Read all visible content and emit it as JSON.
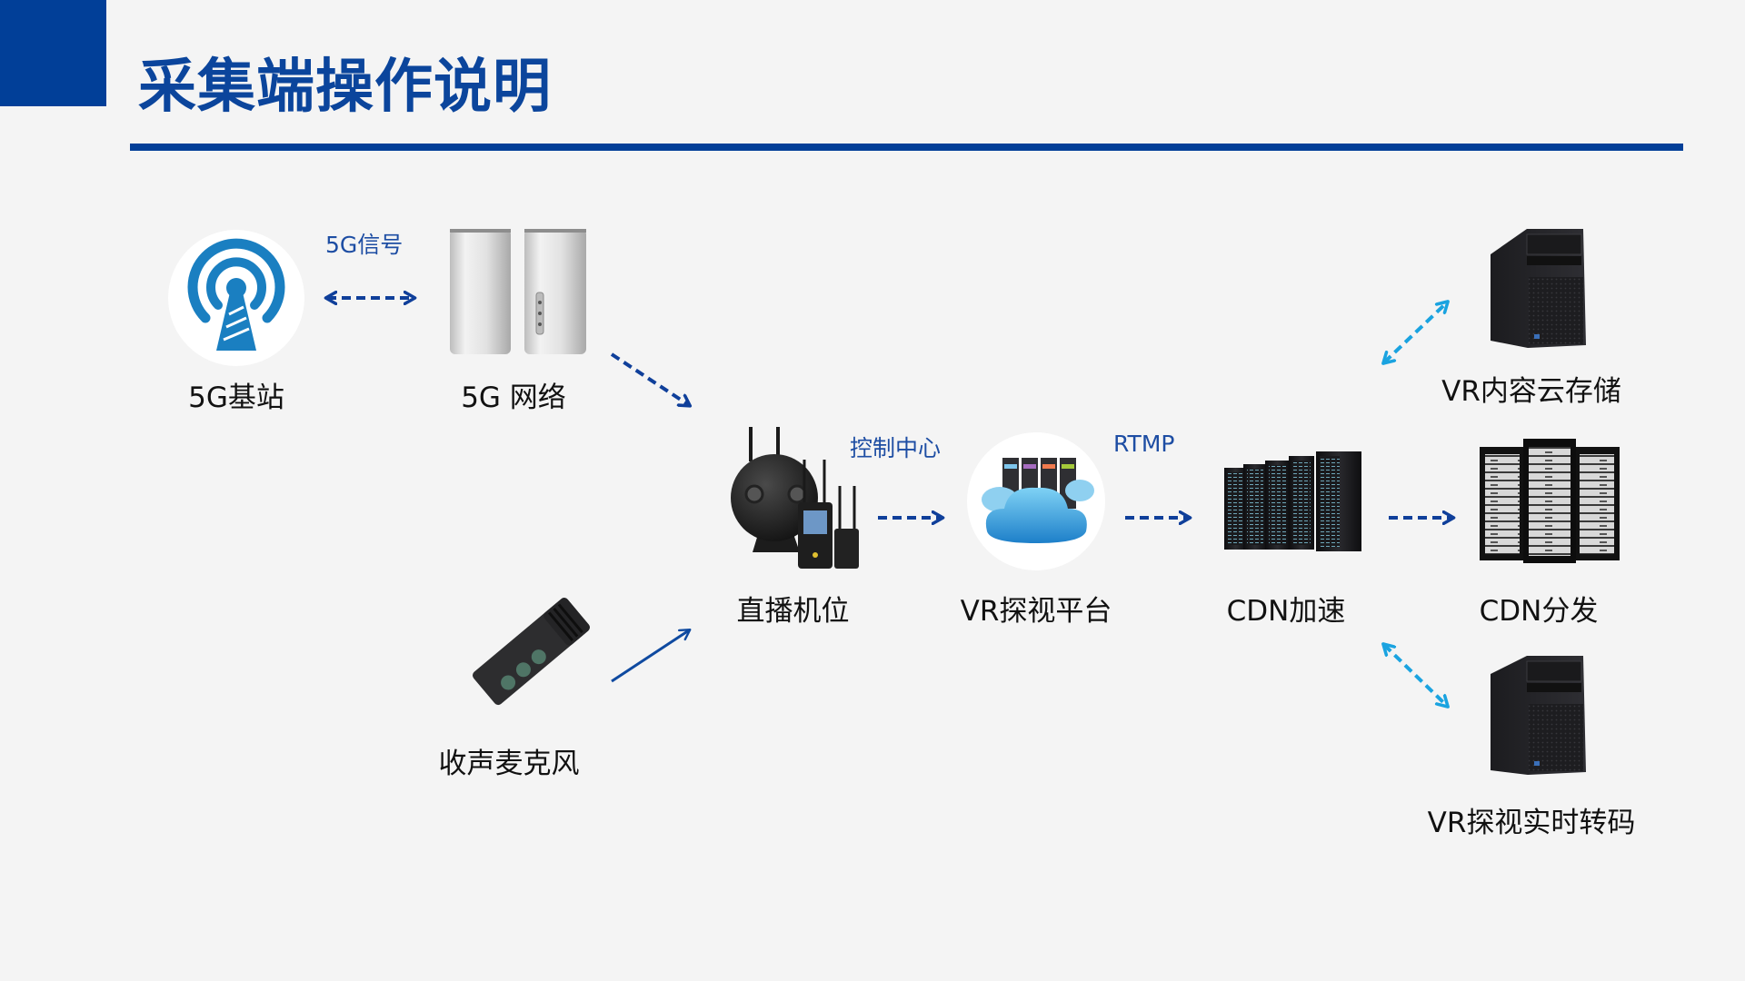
{
  "slide": {
    "title": "采集端操作说明",
    "accent_color": "#023f98"
  },
  "nodes": [
    {
      "id": "base-station",
      "label": "5G基站",
      "icon": "cell-tower-icon"
    },
    {
      "id": "5g-network",
      "label": "5G 网络",
      "icon": "5g-router-icon"
    },
    {
      "id": "microphone",
      "label": "收声麦克风",
      "icon": "microphone-icon"
    },
    {
      "id": "live-camera",
      "label": "直播机位",
      "icon": "vr-camera-icon"
    },
    {
      "id": "vr-platform",
      "label": "VR探视平台",
      "icon": "cloud-server-icon"
    },
    {
      "id": "cdn-accel",
      "label": "CDN加速",
      "icon": "server-racks-icon"
    },
    {
      "id": "cdn-dist",
      "label": "CDN分发",
      "icon": "server-cabinets-icon"
    },
    {
      "id": "cloud-storage",
      "label": "VR内容云存储",
      "icon": "tower-server-icon"
    },
    {
      "id": "realtime-transcode",
      "label": "VR探视实时转码",
      "icon": "tower-server-icon"
    }
  ],
  "edges": [
    {
      "from": "base-station",
      "to": "5g-network",
      "label": "5G信号",
      "style": "dashed",
      "direction": "both",
      "color": "#0f3f9a"
    },
    {
      "from": "5g-network",
      "to": "live-camera",
      "label": "",
      "style": "dashed",
      "direction": "forward",
      "color": "#0f3f9a"
    },
    {
      "from": "microphone",
      "to": "live-camera",
      "label": "",
      "style": "solid",
      "direction": "forward",
      "color": "#0f4aa0"
    },
    {
      "from": "live-camera",
      "to": "vr-platform",
      "label": "控制中心",
      "style": "dashed",
      "direction": "forward",
      "color": "#0f3f9a"
    },
    {
      "from": "vr-platform",
      "to": "cdn-accel",
      "label": "RTMP",
      "style": "dashed",
      "direction": "forward",
      "color": "#0f3f9a"
    },
    {
      "from": "cdn-accel",
      "to": "cdn-dist",
      "label": "",
      "style": "dashed",
      "direction": "forward",
      "color": "#0f3f9a"
    },
    {
      "from": "cdn-accel",
      "to": "cloud-storage",
      "label": "",
      "style": "dashed",
      "direction": "both",
      "color": "#1aa3e0"
    },
    {
      "from": "cdn-accel",
      "to": "realtime-transcode",
      "label": "",
      "style": "dashed",
      "direction": "both",
      "color": "#1aa3e0"
    }
  ]
}
